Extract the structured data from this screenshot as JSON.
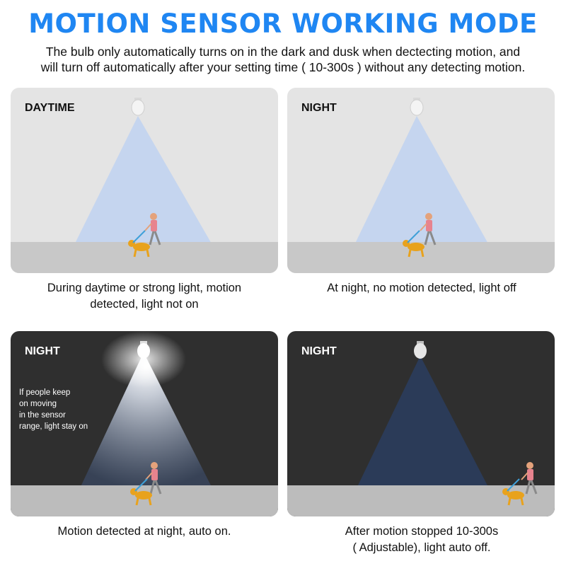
{
  "header": {
    "title": "MOTION SENSOR WORKING MODE",
    "subtitle_line1": "The bulb only automatically turns on in the dark and dusk when dectecting motion, and",
    "subtitle_line2": "will turn off automatically after your setting time ( 10-300s ) without any detecting motion."
  },
  "panels": [
    {
      "label": "DAYTIME",
      "caption_line1": "During daytime or strong light, motion",
      "caption_line2": "detected, light not on"
    },
    {
      "label": "NIGHT",
      "caption_line1": "At night, no motion detected, light off",
      "caption_line2": ""
    },
    {
      "label": "NIGHT",
      "note": [
        "If people keep",
        "on moving",
        "in the sensor",
        "range, light stay on"
      ],
      "caption_line1": "Motion detected at night, auto on.",
      "caption_line2": ""
    },
    {
      "label": "NIGHT",
      "caption_line1": "After motion stopped 10-300s",
      "caption_line2": "( Adjustable), light auto off."
    }
  ],
  "colors": {
    "title": "#1f86f2",
    "day_bg": "#e4e4e4",
    "day_floor": "#c8c8c8",
    "night_bg": "#2f2f2f",
    "night_floor": "#bcbcbc",
    "beam_day": "#c6d6f0",
    "beam_dark": "#2a3a56"
  },
  "icons": [
    "bulb-icon",
    "ceiling-mount-icon",
    "person-walking-icon",
    "dog-icon",
    "light-beam"
  ]
}
